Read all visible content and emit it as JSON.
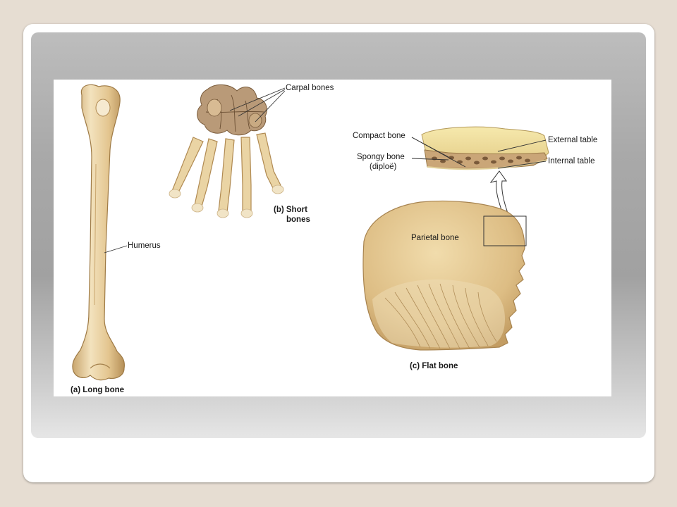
{
  "figure": {
    "long_bone": {
      "caption_letter": "(a)",
      "caption": "Long bone",
      "label": "Humerus"
    },
    "short_bones": {
      "caption_letter": "(b)",
      "caption_line1": "Short",
      "caption_line2": "bones",
      "label": "Carpal bones"
    },
    "flat_bone": {
      "caption_letter": "(c)",
      "caption": "Flat bone",
      "label_parietal": "Parietal bone",
      "label_compact": "Compact bone",
      "label_spongy_line1": "Spongy bone",
      "label_spongy_line2": "(diploë)",
      "label_external": "External table",
      "label_internal": "Internal table"
    },
    "colors": {
      "bone": "#e8cf9e",
      "bone_dark": "#c9a66e",
      "carpal": "#b99a78",
      "skull": "#e3c791",
      "line": "#333333"
    }
  }
}
